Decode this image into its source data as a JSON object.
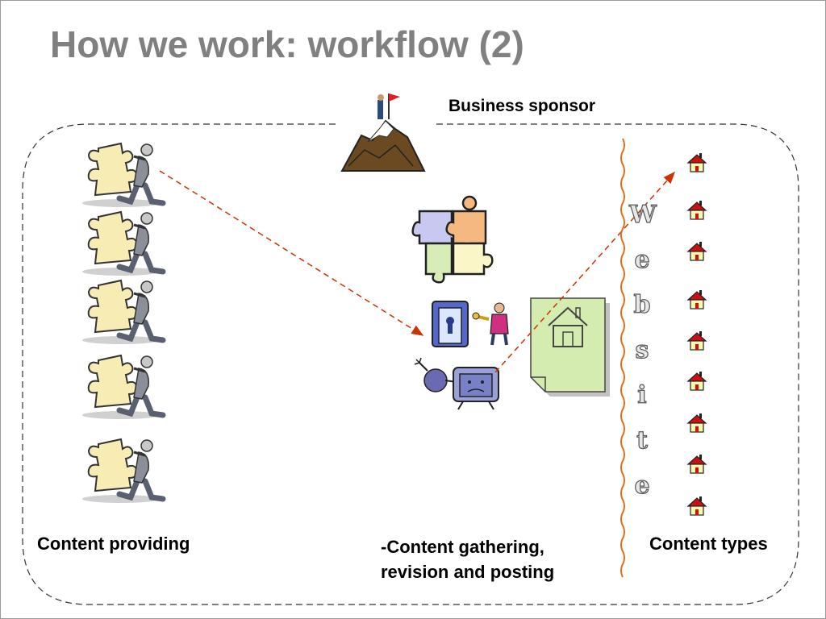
{
  "title": "How we work: workflow (2)",
  "labels": {
    "business_sponsor": "Business sponsor",
    "content_providing": "Content providing",
    "content_gathering_line1": "-Content gathering,",
    "content_gathering_line2": "revision and posting",
    "content_types": "Content types"
  },
  "website_letters": [
    "W",
    "e",
    "b",
    "s",
    "i",
    "t",
    "e"
  ],
  "colors": {
    "title": "#808080",
    "arrow": "#cc3300",
    "website_divider": "#e07020",
    "puzzle_tiles": [
      "#c8c8f0",
      "#f4b880",
      "#d8ecb8",
      "#fbf6c8"
    ],
    "document": "#d4ecb0",
    "house_roof": "#cc1010"
  },
  "icons": {
    "content_providers": "person-carrying-puzzle-piece-icon",
    "sponsor": "mountain-summit-flag-icon",
    "puzzle": "puzzle-pieces-icon",
    "gate": "locked-door-with-key-person-icon",
    "monitor": "sad-computer-bomb-icon",
    "document": "house-document-icon",
    "content_types": "small-house-icon"
  }
}
